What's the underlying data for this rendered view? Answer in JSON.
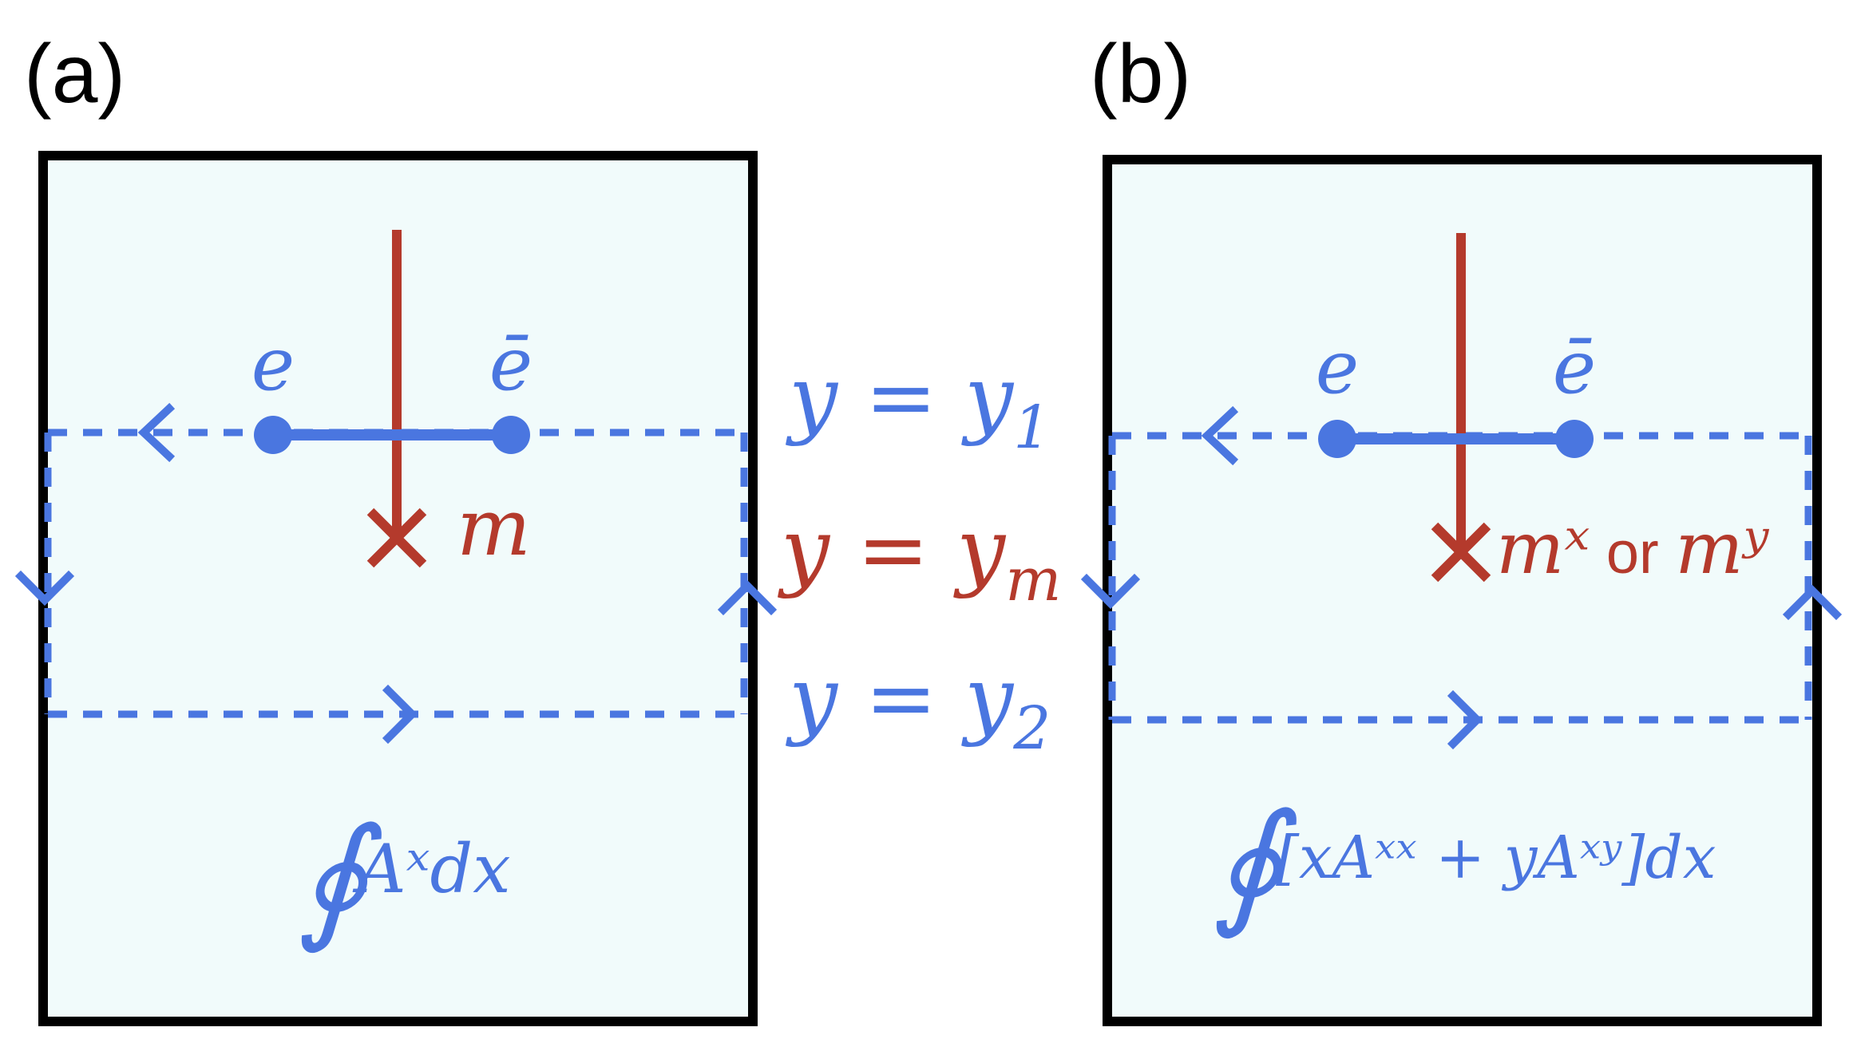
{
  "panels": [
    {
      "label": "(a)",
      "charge_e": "e",
      "charge_ebar": "ē",
      "monopole": "m",
      "integral_sign": "∮",
      "integral_body": "Aˣdx"
    },
    {
      "label": "(b)",
      "charge_e": "e",
      "charge_ebar": "ē",
      "monopole_x": "mˣ",
      "monopole_or": " or ",
      "monopole_y": "mʸ",
      "integral_sign": "∮",
      "integral_body": "[xAˣˣ + yAˣʸ]dx"
    }
  ],
  "center_labels": {
    "y1_lhs": "y = y",
    "y1_sub": "1",
    "ym_lhs": "y = y",
    "ym_sub": "m",
    "y2_lhs": "y = y",
    "y2_sub": "2"
  },
  "colors": {
    "blue": "#4a76e0",
    "red": "#b43a2c",
    "panel_fill": "#f1fbfb",
    "frame": "#000000"
  }
}
